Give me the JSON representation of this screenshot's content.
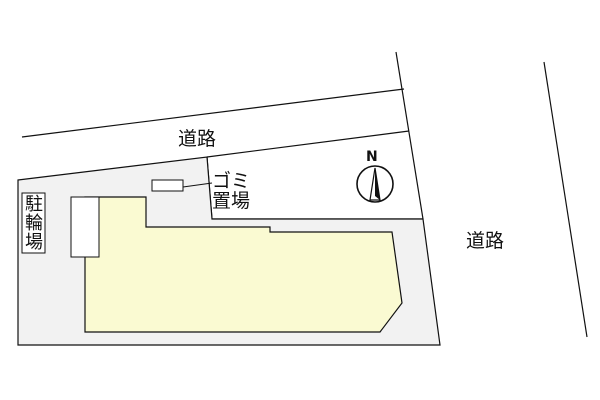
{
  "labels": {
    "road_top": "道路",
    "road_right": "道路",
    "garbage_line1": "ゴミ",
    "garbage_line2": "置場",
    "bicycle_parking": "駐輪場",
    "north": "N"
  },
  "colors": {
    "lot_fill": "#f2f2f2",
    "building_fill": "#fafad2",
    "line": "#111111",
    "background": "#ffffff"
  },
  "icons": {
    "compass": "north-arrow-icon"
  }
}
